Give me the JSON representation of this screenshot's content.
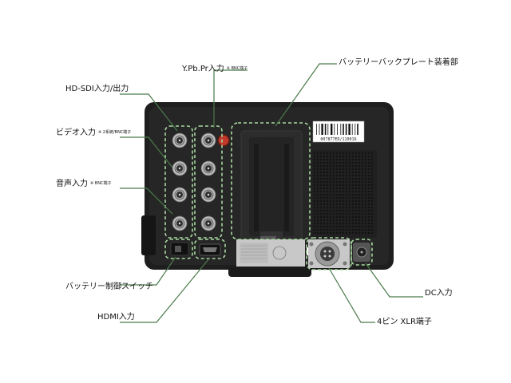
{
  "labels": {
    "ypbpr": "Y.Pb.Pr入力",
    "ypbpr_sub": "※ BNC端子",
    "battery_plate": "バッテリーバックプレート装着部",
    "hdsdi": "HD-SDI入力/出力",
    "video": "ビデオ入力",
    "video_sub": "※ 2系統/BNC端子",
    "audio": "音声入力",
    "audio_sub": "※ BNC端子",
    "battery_switch": "バッテリー制御スイッチ",
    "hdmi": "HDMI入力",
    "dc": "DC入力",
    "xlr": "4ピン XLR端子"
  },
  "device": {
    "barcode_text": "007877ED/110016"
  },
  "colors": {
    "callout_line": "#4a7a4a",
    "dashed_outline": "#a8d8a0",
    "body": "#1e1e1e",
    "panel": "#2a2a2a",
    "plate": "#c8c8c8",
    "connector_red": "#c0392b"
  }
}
